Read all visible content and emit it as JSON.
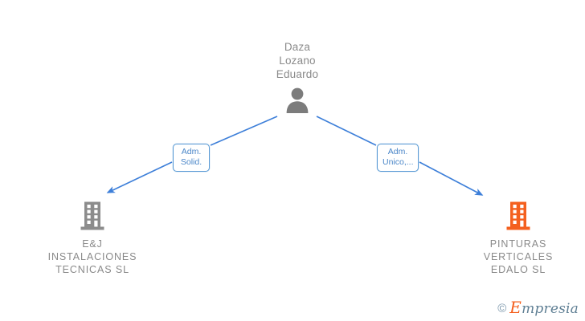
{
  "diagram": {
    "type": "org-relationship-graph",
    "root": {
      "name": "Daza\nLozano\nEduardo",
      "icon": "person-icon",
      "icon_color": "#7c7c7c",
      "text_color": "#8a8a8a"
    },
    "edges": [
      {
        "label": "Adm.\nSolid.",
        "from": "person",
        "to": "company-left",
        "color": "#3d7fd9",
        "label_text_color": "#4a86c8",
        "label_border_color": "#5b9bd5"
      },
      {
        "label": "Adm.\nUnico,...",
        "from": "person",
        "to": "company-right",
        "color": "#3d7fd9",
        "label_text_color": "#4a86c8",
        "label_border_color": "#5b9bd5"
      }
    ],
    "companies": [
      {
        "name": "E&J\nINSTALACIONES\nTECNICAS  SL",
        "icon": "building-icon",
        "icon_color": "#8c8c8c",
        "text_color": "#8a8a8a",
        "state": "inactive"
      },
      {
        "name": "PINTURAS\nVERTICALES\nEDALO  SL",
        "icon": "building-icon",
        "icon_color": "#f4601f",
        "text_color": "#8a8a8a",
        "state": "active"
      }
    ]
  },
  "watermark": {
    "copyright_symbol": "©",
    "brand_initial": "E",
    "brand_rest": "mpresia",
    "accent_color": "#f4601f",
    "text_color": "#5f7f94"
  }
}
